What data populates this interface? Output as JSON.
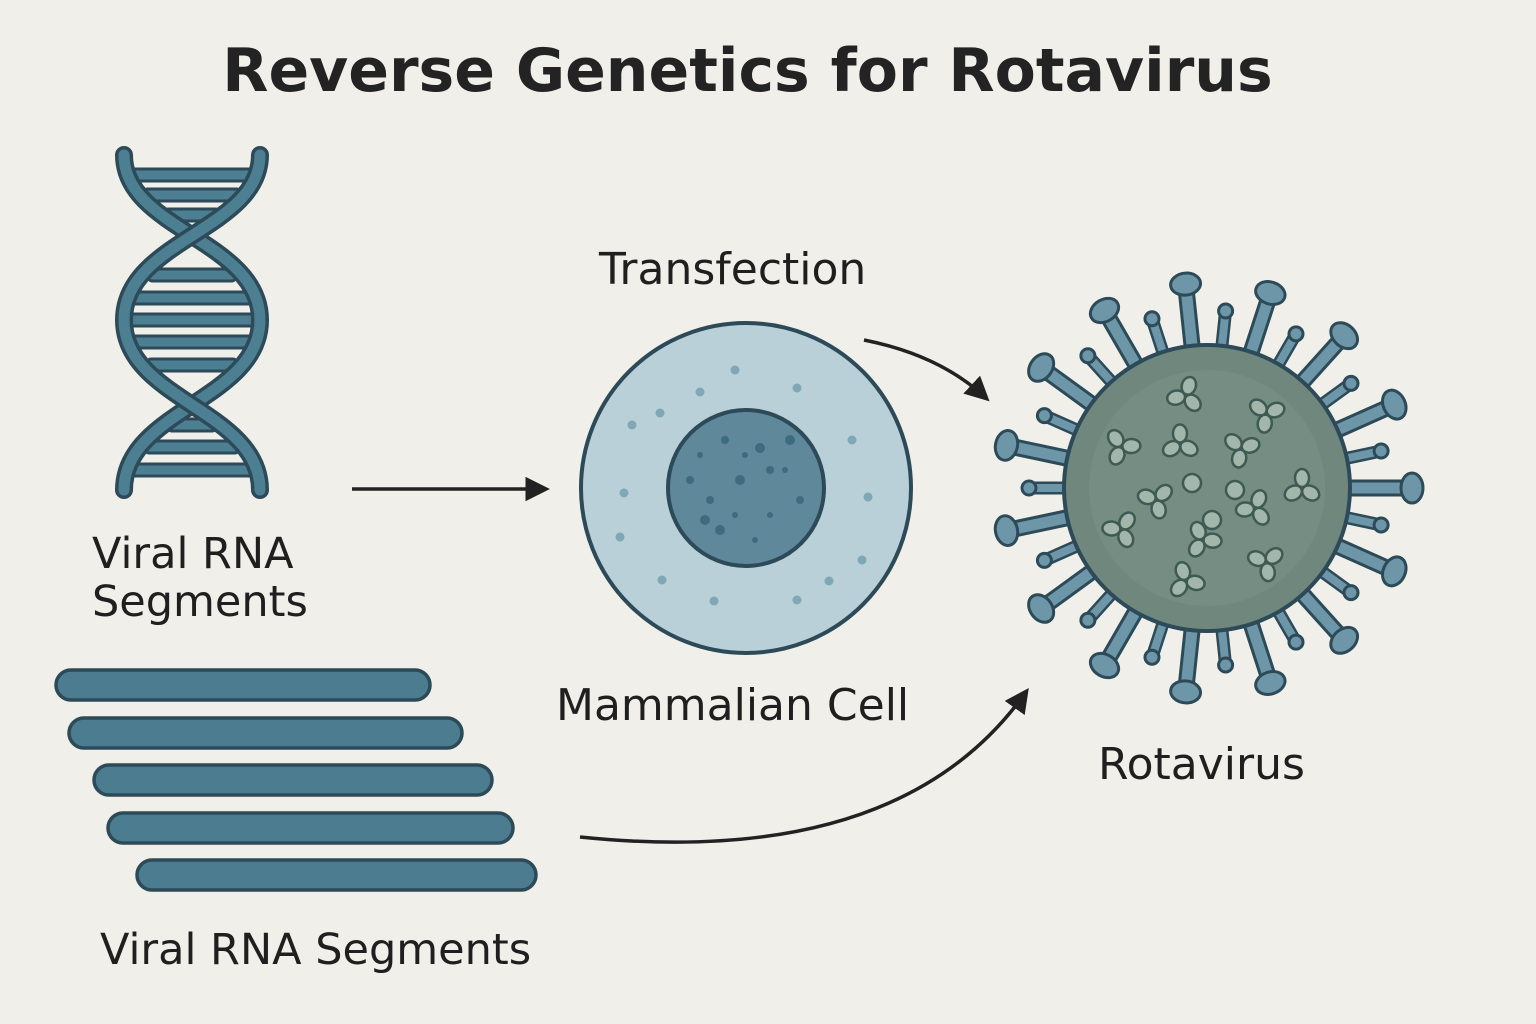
{
  "diagram": {
    "title": "Reverse Genetics for Rotavirus",
    "labels": {
      "transfection": "Transfection",
      "rna_segments_top": "Viral RNA\nSegments",
      "mammalian_cell": "Mammalian Cell",
      "rotavirus": "Rotavirus",
      "rna_segments_bottom": "Viral RNA Segments"
    },
    "colors": {
      "background": "#f0efea",
      "outline": "#2d4a58",
      "helix_fill": "#4d7f93",
      "segment_fill": "#4b7c8f",
      "cell_cytoplasm": "#b9d0d8",
      "cell_nucleus": "#5f889a",
      "virus_core": "#6f877d",
      "spike_fill": "#6d97a8",
      "arrow": "#222222"
    },
    "icons": [
      "dna-helix-icon",
      "rna-segments-icon",
      "mammalian-cell-icon",
      "rotavirus-icon"
    ]
  }
}
